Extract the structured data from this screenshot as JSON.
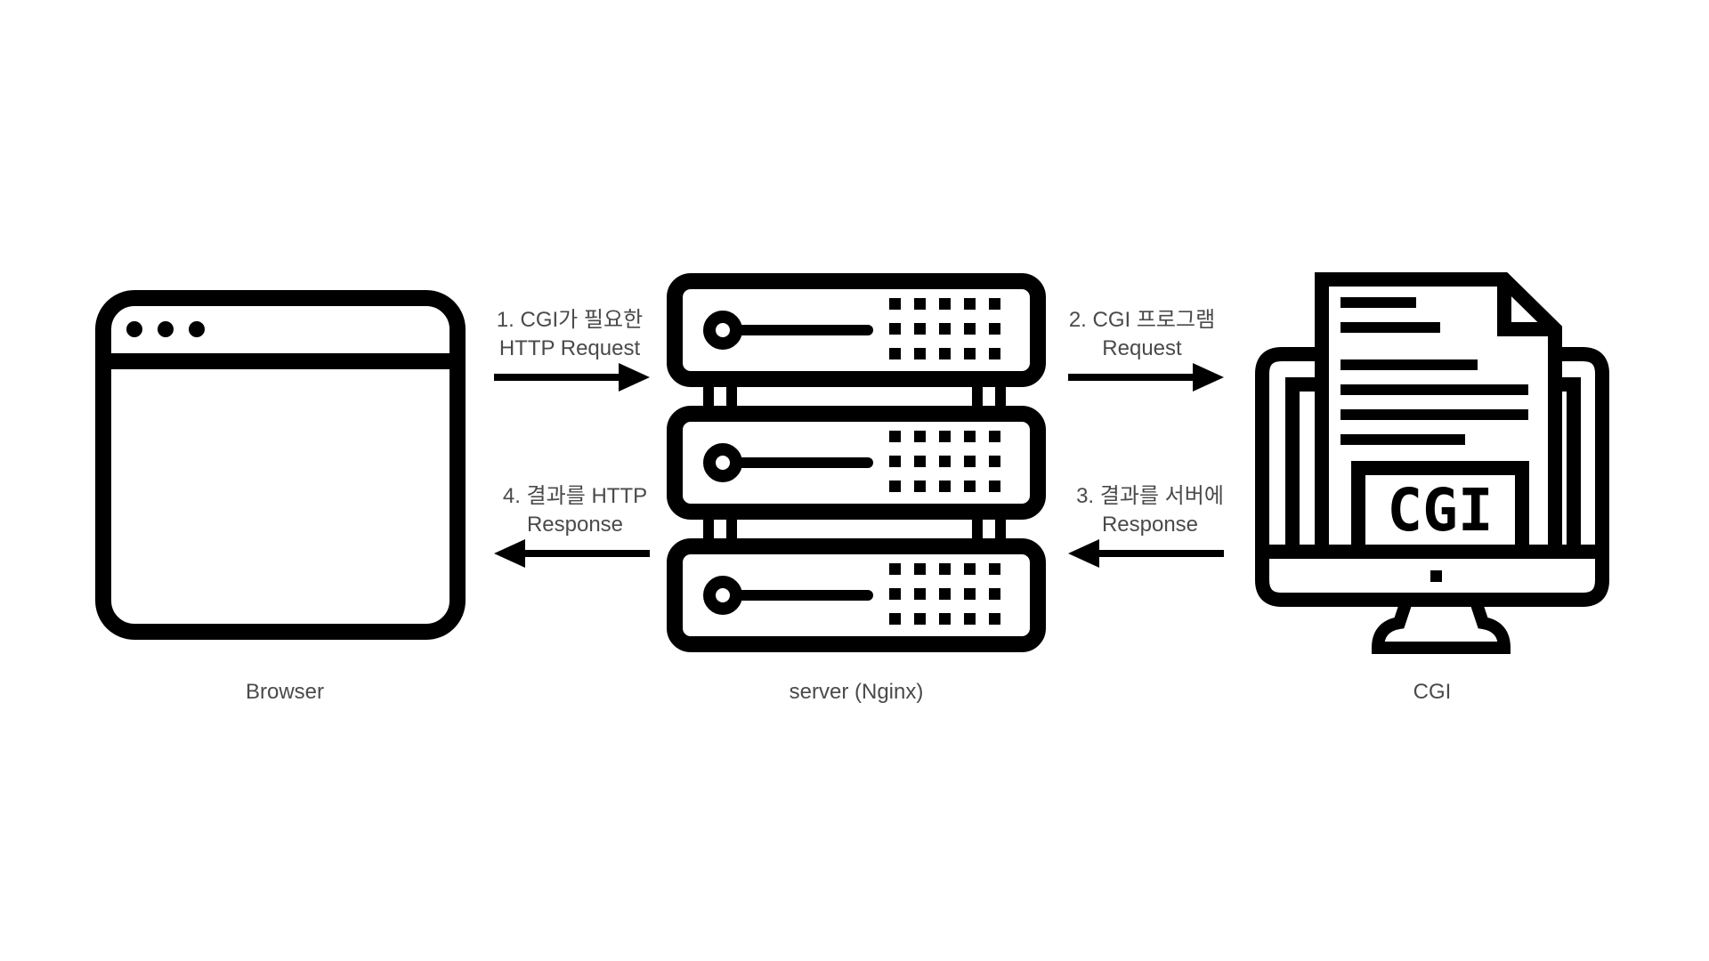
{
  "nodes": {
    "browser": {
      "label": "Browser"
    },
    "server": {
      "label": "server (Nginx)"
    },
    "cgi": {
      "label": "CGI",
      "screen_text": "CGI"
    }
  },
  "arrows": {
    "step1": {
      "line1": "1. CGI가 필요한",
      "line2": "HTTP Request",
      "direction": "right"
    },
    "step2": {
      "line1": "2. CGI 프로그램",
      "line2": "Request",
      "direction": "right"
    },
    "step3": {
      "line1": "3. 결과를 서버에",
      "line2": "Response",
      "direction": "left"
    },
    "step4": {
      "line1": "4. 결과를 HTTP",
      "line2": "Response",
      "direction": "left"
    }
  },
  "colors": {
    "icon_stroke": "#000000",
    "text": "#4a4a4a",
    "background": "#ffffff"
  },
  "icons": [
    "browser-window-icon",
    "server-rack-icon",
    "monitor-document-icon"
  ]
}
